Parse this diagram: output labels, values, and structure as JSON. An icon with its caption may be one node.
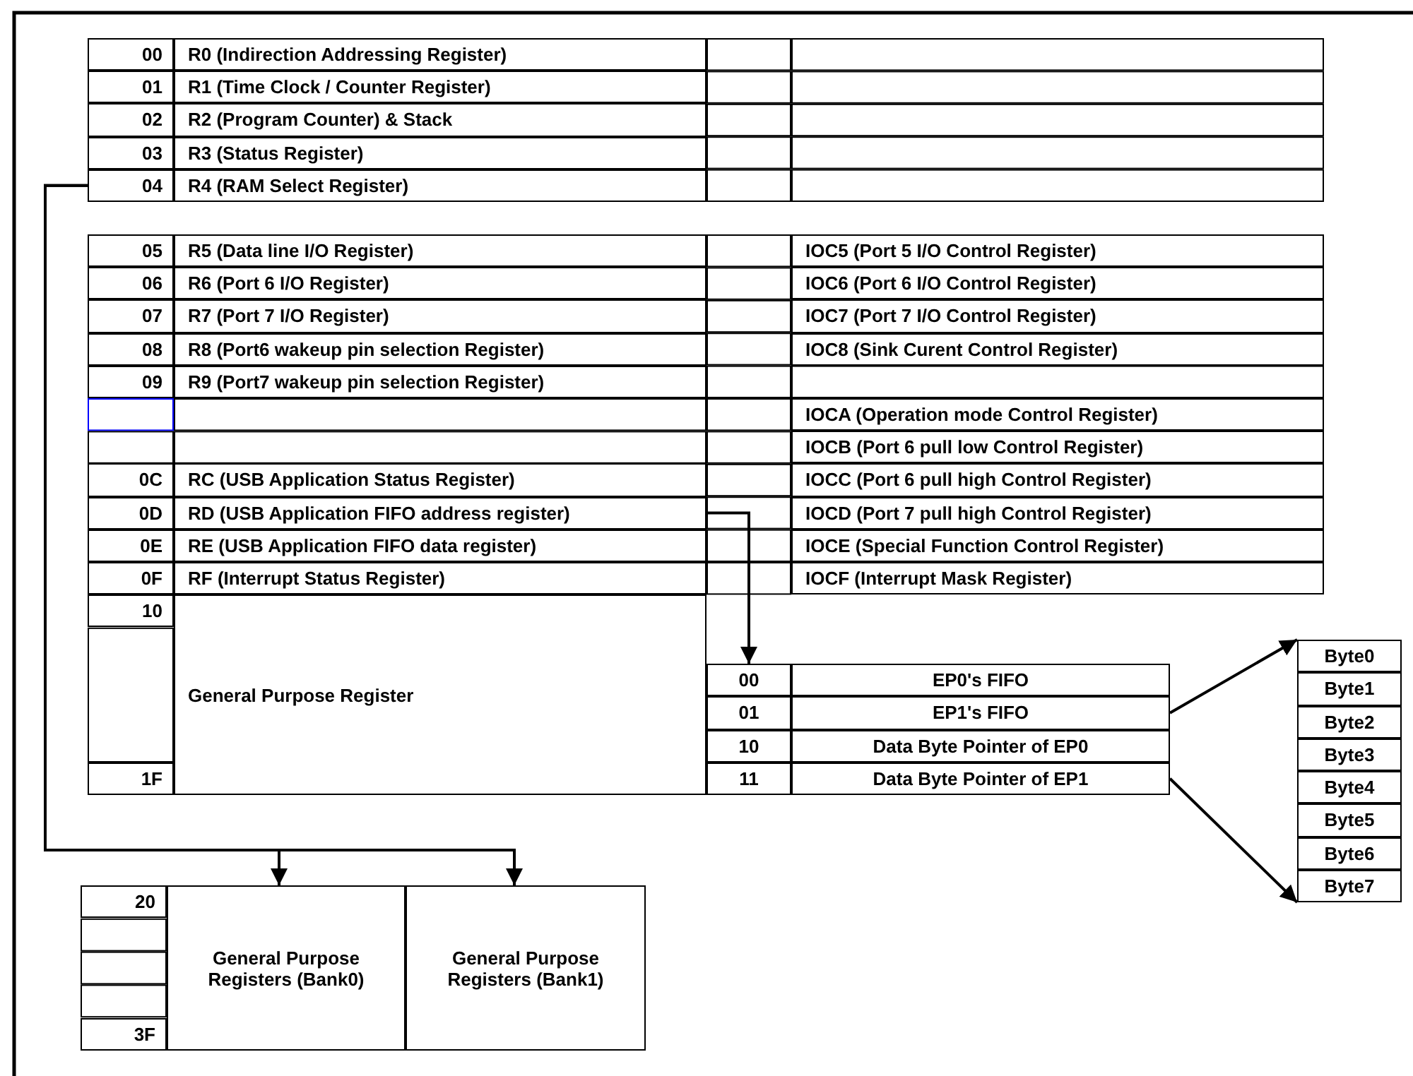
{
  "diagram": {
    "nodes": [
      {
        "text": [
          "00"
        ]
      },
      {
        "text": [
          "R0 (Indirection Addressing Register)"
        ]
      },
      {
        "text": [
          "01"
        ]
      },
      {
        "text": [
          "R1 (Time Clock / Counter Register)"
        ]
      },
      {
        "text": [
          "02"
        ]
      },
      {
        "text": [
          "R2 (Program Counter) & Stack"
        ]
      },
      {
        "text": [
          "03"
        ]
      },
      {
        "text": [
          "R3 (Status Register)"
        ]
      },
      {
        "text": [
          "04"
        ]
      },
      {
        "text": [
          "R4 (RAM Select Register)"
        ]
      },
      {
        "text": [
          "05"
        ]
      },
      {
        "text": [
          "R5 (Data line I/O Register)"
        ]
      },
      {
        "text": [
          "IOC5 (Port 5 I/O Control Register)"
        ]
      },
      {
        "text": [
          "06"
        ]
      },
      {
        "text": [
          "R6 (Port 6 I/O Register)"
        ]
      },
      {
        "text": [
          "IOC6 (Port 6 I/O Control Register)"
        ]
      },
      {
        "text": [
          "07"
        ]
      },
      {
        "text": [
          "R7 (Port 7 I/O Register)"
        ]
      },
      {
        "text": [
          "IOC7 (Port 7 I/O Control Register)"
        ]
      },
      {
        "text": [
          "08"
        ]
      },
      {
        "text": [
          "R8 (Port6 wakeup pin selection Register)"
        ]
      },
      {
        "text": [
          "IOC8 (Sink Curent Control Register)"
        ]
      },
      {
        "text": [
          "09"
        ]
      },
      {
        "text": [
          "R9 (Port7 wakeup pin selection Register)"
        ]
      },
      {
        "text": [
          "IOCA (Operation mode Control Register)"
        ]
      },
      {
        "text": [
          "IOCB (Port 6 pull low Control Register)"
        ]
      },
      {
        "text": [
          "0C"
        ]
      },
      {
        "text": [
          "RC (USB Application Status Register)"
        ]
      },
      {
        "text": [
          "IOCC (Port 6 pull high Control Register)"
        ]
      },
      {
        "text": [
          "0D"
        ]
      },
      {
        "text": [
          "RD (USB Application FIFO address register)"
        ]
      },
      {
        "text": [
          "IOCD (Port 7 pull high Control Register)"
        ]
      },
      {
        "text": [
          "0E"
        ]
      },
      {
        "text": [
          "RE (USB Application FIFO data register)"
        ]
      },
      {
        "text": [
          "IOCE (Special Function Control Register)"
        ]
      },
      {
        "text": [
          "0F"
        ]
      },
      {
        "text": [
          "RF (Interrupt Status Register)"
        ]
      },
      {
        "text": [
          "IOCF (Interrupt Mask Register)"
        ]
      },
      {
        "text": [
          "10"
        ]
      },
      {
        "text": [
          "General Purpose Register"
        ]
      },
      {
        "text": [
          "1F"
        ]
      },
      {
        "text": [
          "00"
        ]
      },
      {
        "text": [
          "EP0's FIFO"
        ]
      },
      {
        "text": [
          "01"
        ]
      },
      {
        "text": [
          "EP1's FIFO"
        ]
      },
      {
        "text": [
          "10"
        ]
      },
      {
        "text": [
          "Data Byte Pointer of EP0"
        ]
      },
      {
        "text": [
          "11"
        ]
      },
      {
        "text": [
          "Data Byte Pointer of EP1"
        ]
      },
      {
        "text": [
          "Byte0"
        ]
      },
      {
        "text": [
          "Byte1"
        ]
      },
      {
        "text": [
          "Byte2"
        ]
      },
      {
        "text": [
          "Byte3"
        ]
      },
      {
        "text": [
          "Byte4"
        ]
      },
      {
        "text": [
          "Byte5"
        ]
      },
      {
        "text": [
          "Byte6"
        ]
      },
      {
        "text": [
          "Byte7"
        ]
      },
      {
        "text": [
          "20"
        ]
      },
      {
        "text": [
          "General Purpose Registers (Bank0)"
        ]
      },
      {
        "text": [
          "General Purpose Registers (Bank1)"
        ]
      },
      {
        "text": [
          "3F"
        ]
      }
    ],
    "edges": [
      {
        "from": 8,
        "to": 58,
        "arrow": "to"
      },
      {
        "from": 8,
        "to": 59,
        "arrow": "to"
      },
      {
        "from": 30,
        "to": 41,
        "arrow": "to"
      },
      {
        "from": 44,
        "to": 49,
        "arrow": "to"
      },
      {
        "from": 48,
        "to": 56,
        "arrow": "to"
      }
    ]
  }
}
